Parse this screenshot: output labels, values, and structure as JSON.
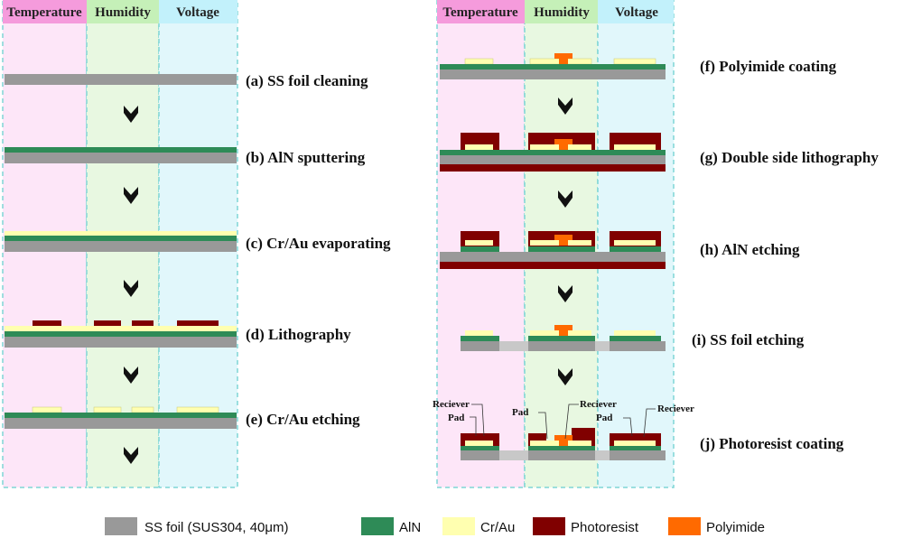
{
  "zones": [
    "Temperature",
    "Humidity",
    "Voltage"
  ],
  "colors": {
    "ss_foil": "#999999",
    "ss_foil_etched": "#c8c8c8",
    "aln": "#2e8b57",
    "crau": "#ffffb0",
    "photoresist": "#800000",
    "polyimide": "#ff6a00",
    "zone_temperature": "#fde6f8",
    "zone_humidity": "#e8f8e1",
    "zone_voltage": "#e1f7fb",
    "head_temperature": "#f59bdc",
    "head_humidity": "#c5f0b8",
    "head_voltage": "#c2f1fb"
  },
  "steps": {
    "a": "(a) SS foil cleaning",
    "b": "(b) AlN sputtering",
    "c": "(c) Cr/Au evaporating",
    "d": "(d) Lithography",
    "e": "(e) Cr/Au etching",
    "f": "(f) Polyimide coating",
    "g": "(g) Double side lithography",
    "h": "(h) AlN etching",
    "i": "(i) SS foil etching",
    "j": "(j) Photoresist coating"
  },
  "annotations": {
    "reciever_left": "Reciever",
    "pad_left": "Pad",
    "pad_mid": "Pad",
    "reciever_mid": "Reciever",
    "pad_right": "Pad",
    "reciever_right": "Reciever"
  },
  "legend": {
    "ss_foil": "SS foil (SUS304, 40μm)",
    "aln": "AlN",
    "crau": "Cr/Au",
    "photoresist": "Photoresist",
    "polyimide": "Polyimide"
  }
}
